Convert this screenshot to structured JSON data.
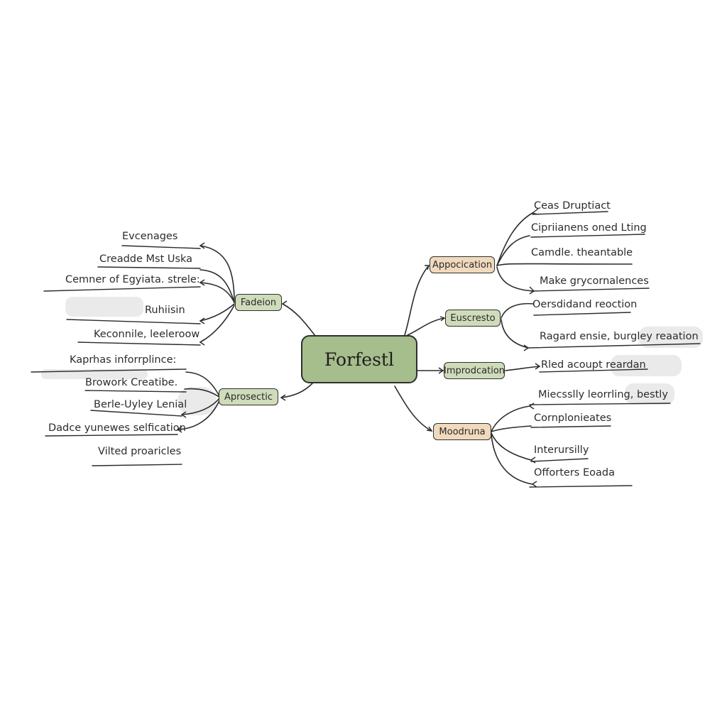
{
  "central": {
    "label": "Forfestl"
  },
  "branches": [
    {
      "key": "fadeion",
      "label": "Fadeion",
      "color": "#cfdcba",
      "leaves": [
        "Evcenages",
        "Creadde Mst Uska",
        "Cemner of Egyiata. strele:",
        "Ruhiisin",
        "Keconnile, leeleroow"
      ]
    },
    {
      "key": "aprosectic",
      "label": "Aprosectic",
      "color": "#cfdcba",
      "leaves": [
        "Kaprhas inforrplince:",
        "Browork Creatibe.",
        "Berle-Uyley Lenial",
        "Dadce yunewes selfication",
        "Vilted proaricles"
      ]
    },
    {
      "key": "appocication",
      "label": "Appocication",
      "color": "#f1d9bd",
      "leaves": [
        "Ceas Druptiact",
        "Cipriianens oned Lting",
        "Camdle. theantable",
        "Make grycornalences"
      ]
    },
    {
      "key": "euscresto",
      "label": "Euscresto",
      "color": "#cfdcba",
      "leaves": [
        "Oersdidand reoction",
        "Ragard ensie, burgley reaation"
      ]
    },
    {
      "key": "improdcation",
      "label": "Improdcation",
      "color": "#cfdcba",
      "leaves": [
        "Rled acoupt reardan"
      ]
    },
    {
      "key": "moodruna",
      "label": "Moodruna",
      "color": "#f1d9bd",
      "leaves": [
        "Miecsslly leorrling, bestly",
        "Cornplonieates",
        "Interursilly",
        "Offorters Eoada"
      ]
    }
  ]
}
